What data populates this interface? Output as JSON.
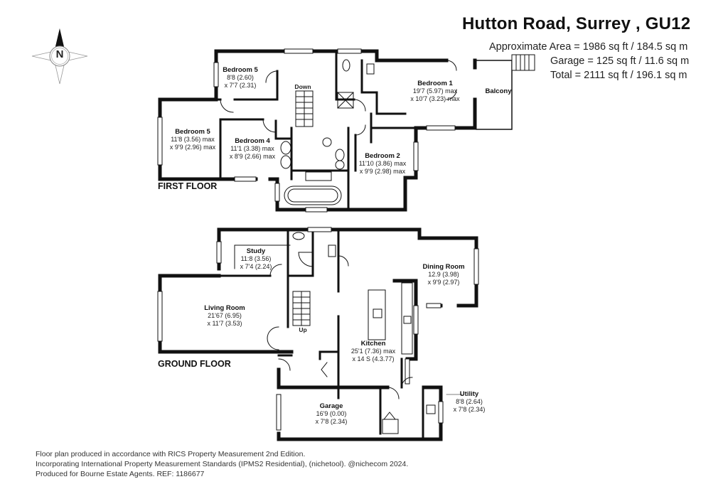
{
  "header": {
    "title": "Hutton Road, Surrey , GU12",
    "approximate_area": "Approximate Area = 1986 sq ft / 184.5 sq m",
    "garage_area": "Garage = 125 sq ft / 11.6 sq m",
    "total_area": "Total = 2111 sq ft / 196.1 sq m"
  },
  "compass": {
    "label": "N",
    "icon": "north-compass-icon"
  },
  "floors": {
    "first": {
      "label": "FIRST FLOOR",
      "stair_label": "Down",
      "rooms": [
        {
          "name": "Bedroom 5",
          "dim1": "8'8 (2.60)",
          "dim2": "x 7'7 (2.31)"
        },
        {
          "name": "Bedroom 5",
          "dim1": "11'8 (3.56) max",
          "dim2": "x 9'9 (2.96) max"
        },
        {
          "name": "Bedroom 4",
          "dim1": "11'1 (3.38) max",
          "dim2": "x 8'9 (2.66) max"
        },
        {
          "name": "Bedroom 1",
          "dim1": "19'7 (5.97) max",
          "dim2": "x 10'7 (3.23) max"
        },
        {
          "name": "Bedroom 2",
          "dim1": "11'10 (3.86) max",
          "dim2": "x 9'9 (2.98) max"
        },
        {
          "name": "Balcony",
          "dim1": "",
          "dim2": ""
        }
      ]
    },
    "ground": {
      "label": "GROUND FLOOR",
      "stair_label": "Up",
      "rooms": [
        {
          "name": "Study",
          "dim1": "11:8 (3.56)",
          "dim2": "x 7'4 (2.24)"
        },
        {
          "name": "Living Room",
          "dim1": "21'67 (6.95)",
          "dim2": "x 11'7 (3.53)"
        },
        {
          "name": "Dining Room",
          "dim1": "12.9 (3.98)",
          "dim2": "x 9'9 (2.97)"
        },
        {
          "name": "Kitchen",
          "dim1": "25'1 (7.36) max",
          "dim2": "x 14 S (4.3.77)"
        },
        {
          "name": "Garage",
          "dim1": "16'9 (0.00)",
          "dim2": "x 7'8 (2.34)"
        },
        {
          "name": "Utility",
          "dim1": "8'8 (2.64)",
          "dim2": "x 7'8 (2.34)"
        }
      ]
    }
  },
  "footer": {
    "line1": "Floor plan produced in accordance with RICS Property Measurement 2nd Edition.",
    "line2": "Incorporating International Property Measurement Standards (IPMS2 Residential), (nichetool). @nichecom 2024.",
    "line3": "Produced for Bourne Estate Agents.   REF: 1186677"
  }
}
